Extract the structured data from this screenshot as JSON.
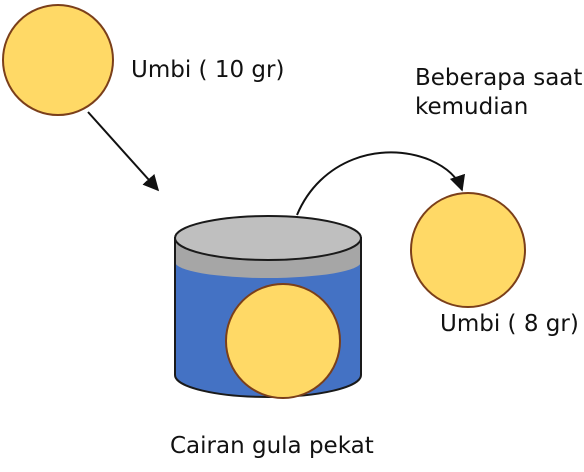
{
  "labels": {
    "tuber_initial": "Umbi ( 10 gr)",
    "later_line1": "Beberapa saat",
    "later_line2": "kemudian",
    "tuber_final": "Umbi ( 8 gr)",
    "solution": "Cairan gula pekat"
  },
  "colors": {
    "tuber_fill": "#FFD966",
    "tuber_stroke": "#7B3F1A",
    "liquid": "#4472C4",
    "container_top": "#BFBFBF",
    "container_band": "#A6A6A6",
    "outline": "#1A1A1A",
    "arrow": "#111111"
  }
}
